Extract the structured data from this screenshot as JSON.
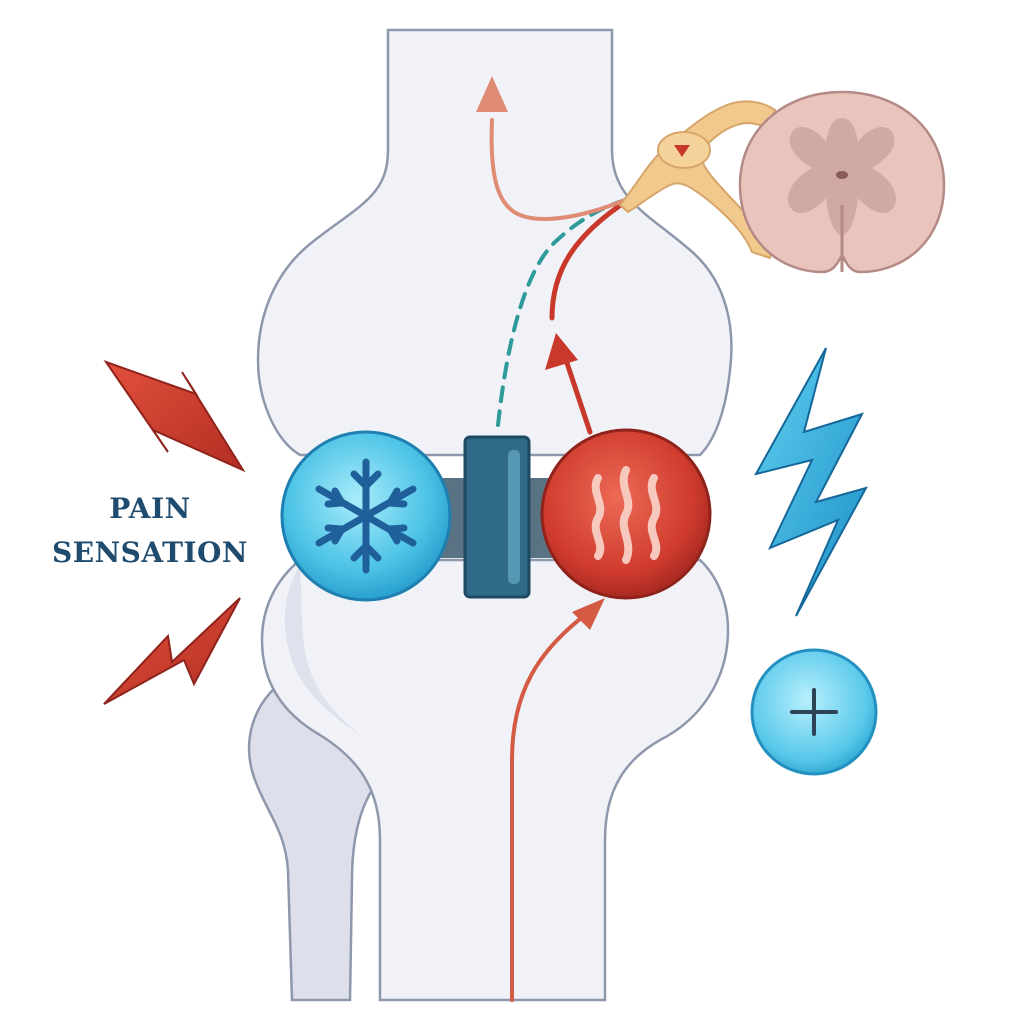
{
  "label": {
    "line1": "PAIN",
    "line2": "SENSATION"
  },
  "icons": {
    "cold": "snowflake-icon",
    "heat": "heat-waves-icon",
    "plus": "plus-icon",
    "pain_bolts": "lightning-bolt-icon",
    "spinal_cord": "spinal-cord-cross-section"
  },
  "colors": {
    "bone": "#f1f2f7",
    "bone_outline": "#8e98ac",
    "bone_shadow": "#d7dae6",
    "cold_circle": "#4cc3e6",
    "heat_circle": "#cf3b2e",
    "gate_block": "#2f6a86",
    "pain_bolt_red": "#c83a2c",
    "bolt_blue": "#2aa6d8",
    "signal_arrow": "#d45a44",
    "inhibited_signal": "#2e9a9a",
    "nerve": "#f2c98c",
    "spinal_cord": "#e8c4bd",
    "text": "#1f4b6e"
  }
}
